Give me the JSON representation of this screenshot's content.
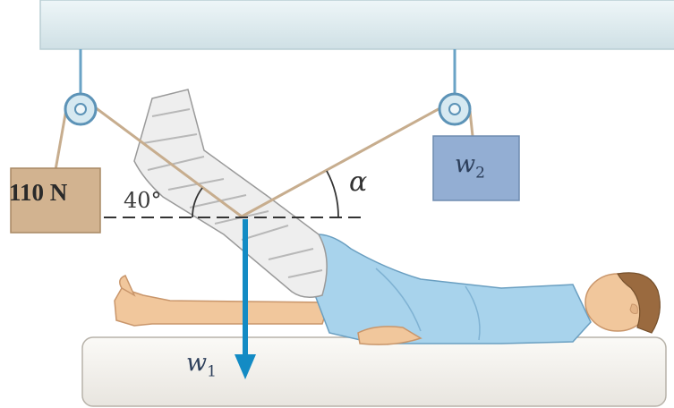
{
  "labels": {
    "left_weight": "110 N",
    "left_angle": "40°",
    "right_angle": "α",
    "right_weight_var": "w",
    "right_weight_sub": "2",
    "leg_weight_var": "w",
    "leg_weight_sub": "1"
  },
  "colors": {
    "ceiling": "#dfecef",
    "rope": "#c7ad8e",
    "left_block": "#d2b390",
    "right_block": "#93aed3",
    "cast": "#eeeeee",
    "gown": "#a8d3ec",
    "skin": "#f1c79c",
    "hair": "#9a6a3f",
    "arrow": "#138bc4",
    "bed": "#f4f2ee"
  }
}
